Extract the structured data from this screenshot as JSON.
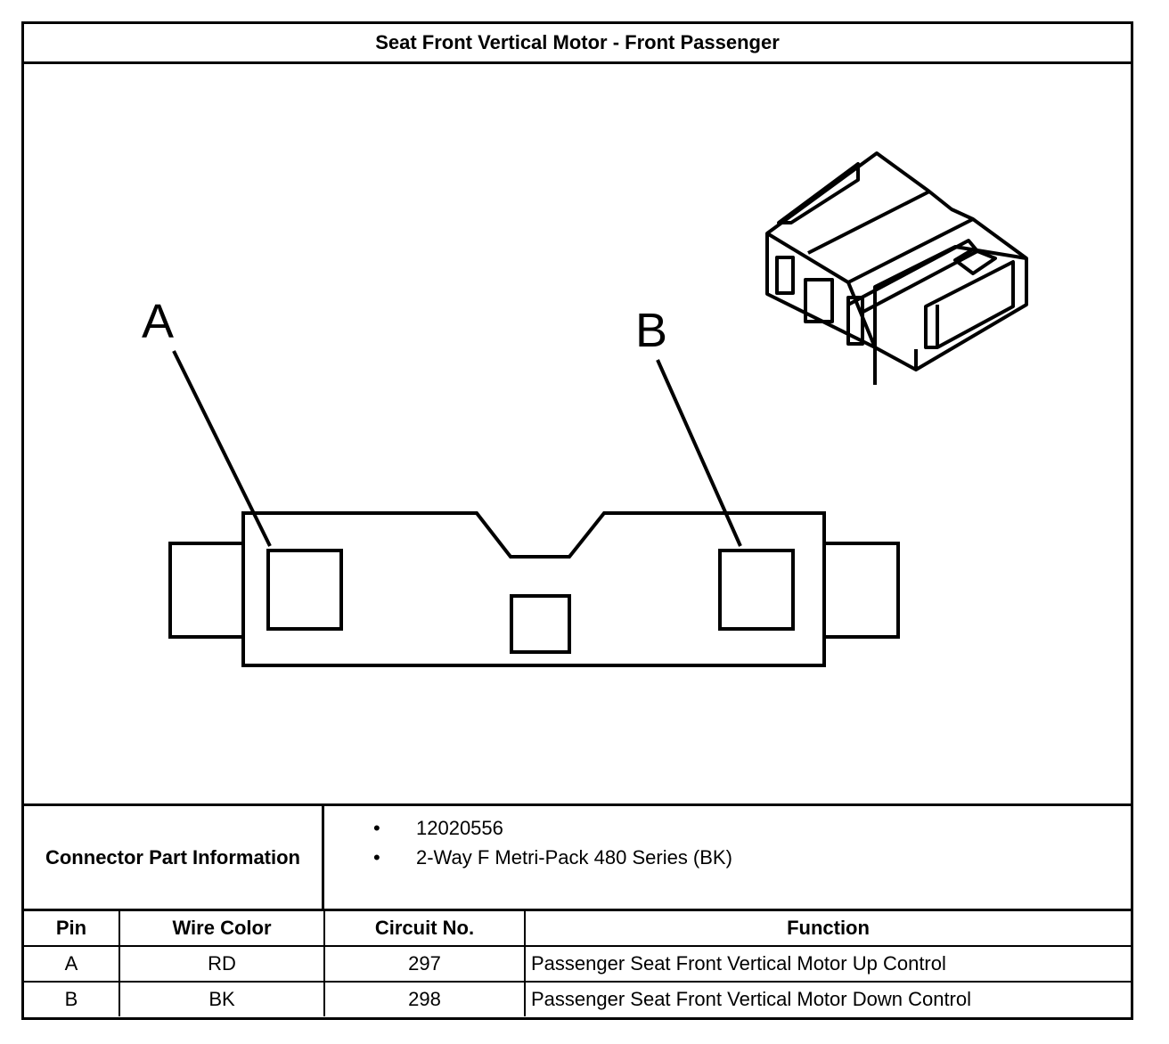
{
  "title": "Seat Front Vertical Motor - Front Passenger",
  "diagram": {
    "pin_labels": [
      "A",
      "B"
    ]
  },
  "connector_info": {
    "label": "Connector Part Information",
    "items": [
      "12020556",
      "2-Way F Metri-Pack 480 Series (BK)"
    ],
    "bullet": "•"
  },
  "pin_table": {
    "headers": [
      "Pin",
      "Wire Color",
      "Circuit No.",
      "Function"
    ],
    "rows": [
      [
        "A",
        "RD",
        "297",
        "Passenger Seat Front Vertical Motor Up Control"
      ],
      [
        "B",
        "BK",
        "298",
        "Passenger Seat Front Vertical Motor Down Control"
      ]
    ]
  }
}
